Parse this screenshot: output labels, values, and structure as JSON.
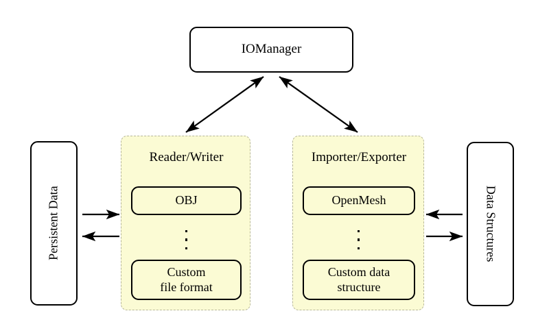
{
  "diagram": {
    "title_node": {
      "label": "IOManager"
    },
    "left_store": {
      "label": "Persistent Data"
    },
    "right_store": {
      "label": "Data Structures"
    },
    "groups": [
      {
        "id": "reader-writer",
        "title": "Reader/Writer",
        "items": [
          {
            "label": "OBJ"
          },
          {
            "label": "Custom\nfile format",
            "line1": "Custom",
            "line2": "file format"
          }
        ],
        "ellipsis": "⋮"
      },
      {
        "id": "importer-exporter",
        "title": "Importer/Exporter",
        "items": [
          {
            "label": "OpenMesh"
          },
          {
            "label": "Custom data\nstructure",
            "line1": "Custom data",
            "line2": "structure"
          }
        ],
        "ellipsis": "⋮"
      }
    ],
    "connections": [
      {
        "name": "iomanager-to-reader-writer",
        "kind": "double-headed-diagonal"
      },
      {
        "name": "iomanager-to-importer-exporter",
        "kind": "double-headed-diagonal"
      },
      {
        "name": "persistent-data-to-reader-writer",
        "kind": "single-arrow-right"
      },
      {
        "name": "reader-writer-to-persistent-data",
        "kind": "single-arrow-left"
      },
      {
        "name": "data-structures-to-importer-exporter",
        "kind": "single-arrow-left"
      },
      {
        "name": "importer-exporter-to-data-structures",
        "kind": "single-arrow-right"
      }
    ],
    "colors": {
      "panel_fill": "#fbfbd4",
      "panel_border": "#b7b79a",
      "node_border": "#000000",
      "background": "#ffffff"
    }
  }
}
